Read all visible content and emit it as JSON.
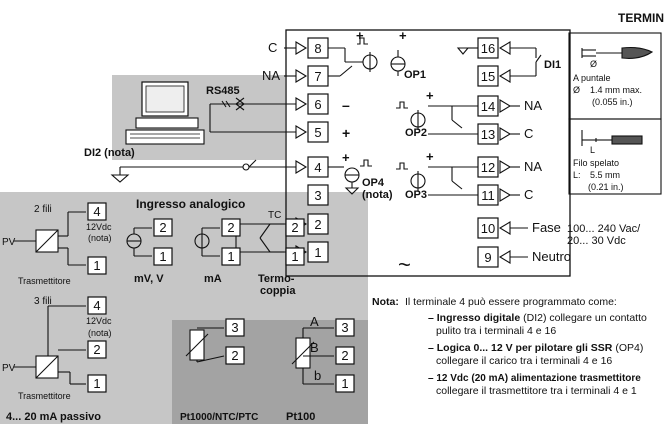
{
  "title": "TERMINALI",
  "terminals": {
    "left": [
      "8",
      "7",
      "6",
      "5",
      "4",
      "3",
      "2",
      "1"
    ],
    "right": [
      "16",
      "15",
      "14",
      "13",
      "12",
      "11",
      "10",
      "9"
    ]
  },
  "right_labels": {
    "t14": "NA",
    "t13": "C",
    "t12": "NA",
    "t11": "C",
    "t10": "Fase",
    "t9": "Neutro"
  },
  "left_labels": {
    "t8": "C",
    "t7": "NA"
  },
  "outputs": {
    "op1": "OP1",
    "op2": "OP2",
    "op3": "OP3",
    "op4": "OP4",
    "op4_note": "(nota)",
    "di1": "DI1"
  },
  "rs485": "RS485",
  "di2": "DI2 (nota)",
  "power": {
    "line1": "100... 240 Vac/",
    "line2": "20... 30 Vdc"
  },
  "term_symbol": {
    "minus": "–",
    "plus": "+",
    "tilde": "~"
  },
  "analog": {
    "title": "Ingresso analogico",
    "wire2": "2 fili",
    "wire3": "3 fili",
    "vdc": "12Vdc",
    "nota": "(nota)",
    "pv": "PV",
    "transmitter": "Trasmettitore",
    "mv": "mV, V",
    "ma": "mA",
    "tc": "TC",
    "thermo": "Termo-",
    "thermo2": "coppia",
    "passive": "4... 20 mA passivo",
    "pt1000": "Pt1000/NTC/PTC",
    "pt100": "Pt100",
    "abc": {
      "a": "A",
      "b": "B",
      "b2": "b"
    },
    "in_t4": "4",
    "in_t2": "2",
    "in_t1": "1",
    "in_t3": "3"
  },
  "legend": {
    "tip": "A puntale",
    "tip_dim": "1.4 mm max.",
    "tip_in": "(0.055 in.)",
    "bare": "Filo spelato",
    "bare_l": "L:",
    "bare_dim": "5.5 mm",
    "bare_in": "(0.21 in.)",
    "diam": "Ø",
    "lsym": "L"
  },
  "note": {
    "label": "Nota:",
    "intro": "Il terminale 4 può essere programmato come:",
    "items": [
      {
        "bold": "– Ingresso digitale",
        "rest": " (DI2) collegare un contatto",
        "line2": "pulito tra i terminali 4 e 16"
      },
      {
        "bold": "– Logica 0... 12 V per pilotare gli SSR",
        "rest": " (OP4)",
        "line2": "collegare il carico tra i terminali 4 e 16"
      },
      {
        "bold": "– 12 Vdc (20 mA) alimentazione trasmettitore",
        "rest": "",
        "line2": "collegare il trasmettitore tra i terminali 4 e 1"
      }
    ]
  },
  "colors": {
    "gray_panel": "#c6c6c6",
    "dark_panel": "#a3a3a3",
    "ink": "#111111"
  }
}
